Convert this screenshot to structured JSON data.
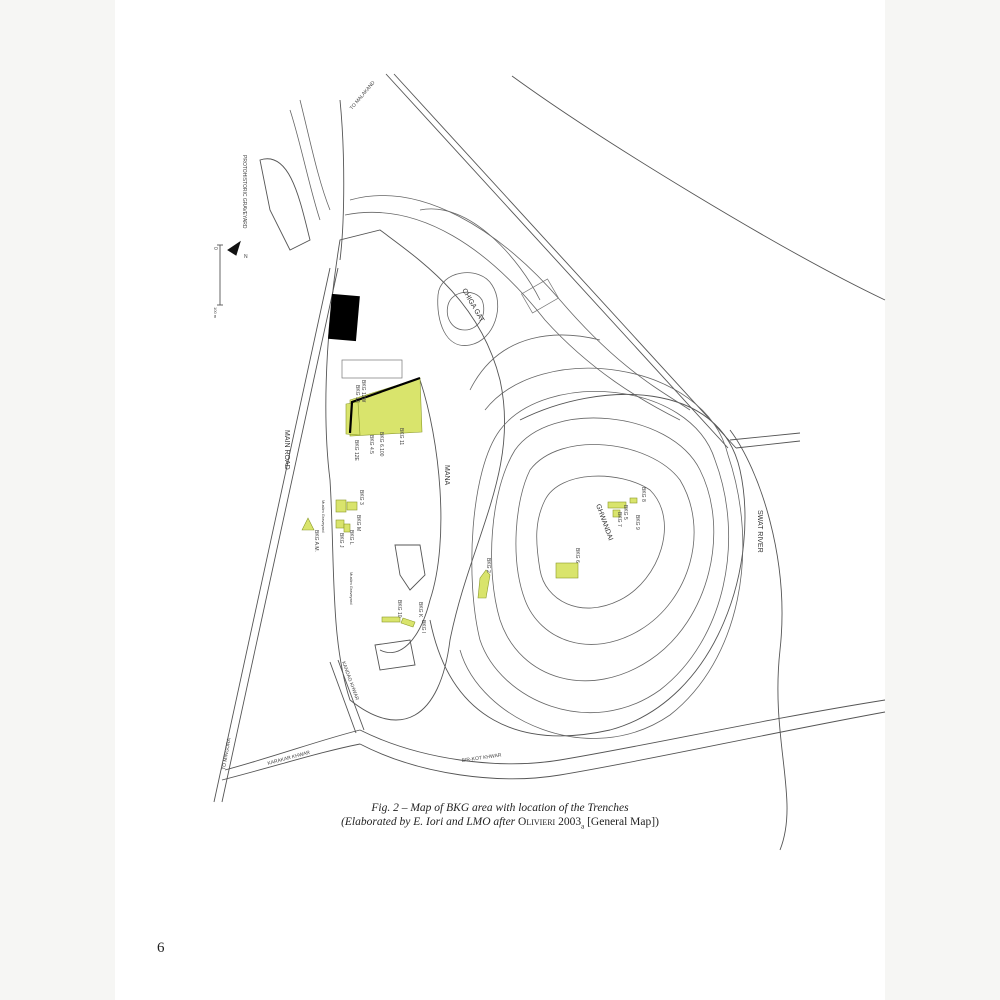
{
  "figure": {
    "title": "Fig. 2 – Map of BKG area with location of the Trenches",
    "credit_prefix": "(Elaborated by E. Iori and LMO after ",
    "credit_author": "Olivieri",
    "credit_year": "2003",
    "credit_sub": "a",
    "credit_suffix": " [General Map])"
  },
  "page_number": "6",
  "map": {
    "labels": {
      "main_road": "MAIN ROAD",
      "to_mingora": "TO MINGORA",
      "to_top": "TO MALAKAND",
      "graveyard": "PROTOHISTORIC GRAVEYARD",
      "chigai_gat": "CHIGA GAT",
      "mana": "MANA",
      "ghwandai": "GHWANDAI",
      "swat_river": "SWAT RIVER",
      "karakar": "KARAKAR KHWAR",
      "birkot": "BIR-KOT KHWAR",
      "kandag": "KANDAG KHWAR",
      "muslim_graveyard_1": "Muslim Graveyard",
      "muslim_graveyard_2": "Muslim Graveyard",
      "north": "N",
      "scale_0": "0",
      "scale_end": "100 m"
    },
    "trenches": [
      "BKG 11",
      "BKG 12W",
      "BKG 12",
      "BKG 12E",
      "BKG 4.5",
      "BKG 6.100",
      "BKG 3",
      "BKG M",
      "BKG L",
      "BKG J",
      "BKG A.M.",
      "BKG 10",
      "BKG K",
      "BKG I",
      "BKG 2",
      "BKG 6",
      "BKG 5",
      "BKG 7",
      "BKG 8",
      "BKG 9"
    ],
    "colors": {
      "trench_fill": "#d9e46c",
      "contour": "#666666"
    }
  }
}
